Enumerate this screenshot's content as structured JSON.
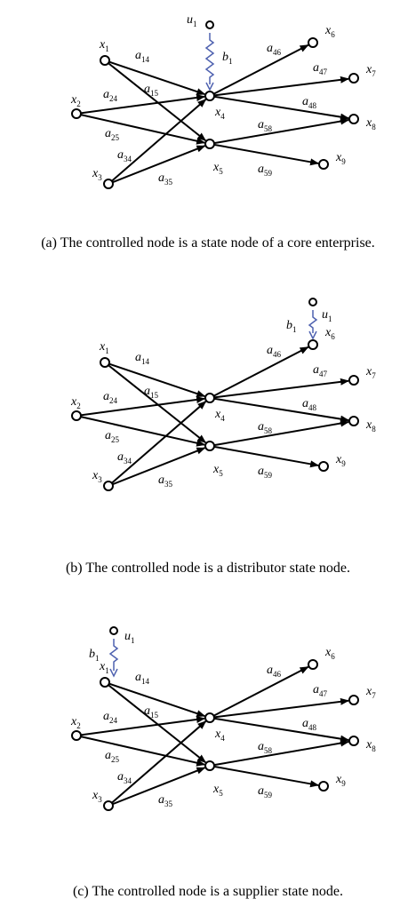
{
  "captions": {
    "a": "(a) The controlled node is a state node of a core enterprise.",
    "b": "(b) The controlled node is a distributor state node.",
    "c": "(c) The controlled node is a supplier state node."
  },
  "control_input": {
    "base": "u",
    "sub": "1"
  },
  "control_gain": {
    "base": "b",
    "sub": "1"
  },
  "controlled_node": {
    "a": "x4",
    "b": "x6",
    "c": "x1"
  },
  "nodes": [
    {
      "id": "x1",
      "base": "x",
      "sub": "1"
    },
    {
      "id": "x2",
      "base": "x",
      "sub": "2"
    },
    {
      "id": "x3",
      "base": "x",
      "sub": "3"
    },
    {
      "id": "x4",
      "base": "x",
      "sub": "4"
    },
    {
      "id": "x5",
      "base": "x",
      "sub": "5"
    },
    {
      "id": "x6",
      "base": "x",
      "sub": "6"
    },
    {
      "id": "x7",
      "base": "x",
      "sub": "7"
    },
    {
      "id": "x8",
      "base": "x",
      "sub": "8"
    },
    {
      "id": "x9",
      "base": "x",
      "sub": "9"
    }
  ],
  "edges": [
    {
      "from": "x1",
      "to": "x4",
      "base": "a",
      "sub": "14"
    },
    {
      "from": "x1",
      "to": "x5",
      "base": "a",
      "sub": "15"
    },
    {
      "from": "x2",
      "to": "x4",
      "base": "a",
      "sub": "24"
    },
    {
      "from": "x2",
      "to": "x5",
      "base": "a",
      "sub": "25"
    },
    {
      "from": "x3",
      "to": "x4",
      "base": "a",
      "sub": "34"
    },
    {
      "from": "x3",
      "to": "x5",
      "base": "a",
      "sub": "35"
    },
    {
      "from": "x4",
      "to": "x6",
      "base": "a",
      "sub": "46"
    },
    {
      "from": "x4",
      "to": "x7",
      "base": "a",
      "sub": "47"
    },
    {
      "from": "x4",
      "to": "x8",
      "base": "a",
      "sub": "48"
    },
    {
      "from": "x5",
      "to": "x8",
      "base": "a",
      "sub": "58"
    },
    {
      "from": "x5",
      "to": "x9",
      "base": "a",
      "sub": "59"
    }
  ]
}
